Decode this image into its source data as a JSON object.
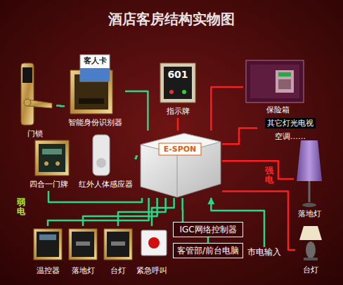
{
  "diagram": {
    "title": "酒店客房结构实物图",
    "nodes": [
      {
        "text": [
          "门锁"
        ]
      },
      {
        "text": [
          "客人卡",
          "智能身份识别器"
        ]
      },
      {
        "text": [
          "601",
          "指示牌"
        ]
      },
      {
        "text": [
          "保险箱"
        ]
      },
      {
        "text": [
          "其它灯光电视",
          "空调……"
        ]
      },
      {
        "text": [
          "四合一门牌"
        ]
      },
      {
        "text": [
          "红外人体感应器"
        ]
      },
      {
        "text": [
          "E-SPON"
        ]
      },
      {
        "text": [
          "落地灯"
        ]
      },
      {
        "text": [
          "台灯"
        ]
      },
      {
        "text": [
          "温控器"
        ]
      },
      {
        "text": [
          "落地灯"
        ]
      },
      {
        "text": [
          "台灯"
        ]
      },
      {
        "text": [
          "紧急呼叫"
        ]
      },
      {
        "text": [
          "IGC网络控制器"
        ]
      },
      {
        "text": [
          "客管部/前台电脑"
        ]
      },
      {
        "text": [
          "市电输入"
        ]
      }
    ],
    "edges": [
      {
        "from": 0,
        "to": 1,
        "arrow": "none"
      },
      {
        "from": 1,
        "to": 7,
        "arrow": "none"
      },
      {
        "from": 2,
        "to": 7,
        "arrow": "none"
      },
      {
        "from": 3,
        "to": 7,
        "arrow": "none"
      },
      {
        "from": 4,
        "to": 7,
        "arrow": "none"
      },
      {
        "from": 5,
        "to": 7,
        "arrow": "none"
      },
      {
        "from": 6,
        "to": 7,
        "arrow": "none"
      },
      {
        "from": 7,
        "to": 8,
        "arrow": "none"
      },
      {
        "from": 7,
        "to": 9,
        "arrow": "none"
      },
      {
        "from": 10,
        "to": 7,
        "arrow": "none"
      },
      {
        "from": 11,
        "to": 7,
        "arrow": "none"
      },
      {
        "from": 12,
        "to": 7,
        "arrow": "none"
      },
      {
        "from": 13,
        "to": 7,
        "arrow": "none"
      },
      {
        "from": 7,
        "to": 14,
        "arrow": "none"
      },
      {
        "from": 14,
        "to": 15,
        "arrow": "none"
      },
      {
        "from": 16,
        "to": 7,
        "arrow": "to"
      }
    ],
    "labels": [
      "强电",
      "弱电"
    ]
  }
}
